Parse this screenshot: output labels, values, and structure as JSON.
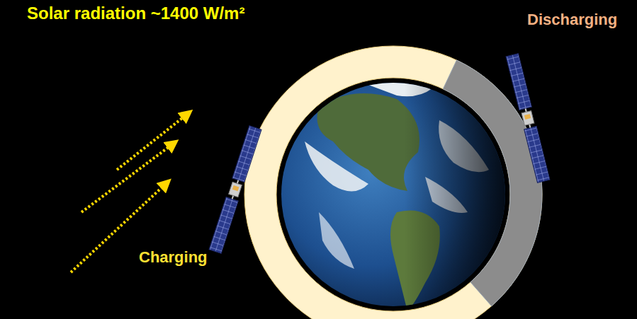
{
  "diagram": {
    "labels": [
      "Solar radiation ~1400 W/m²",
      "Discharging",
      "Charging"
    ]
  }
}
